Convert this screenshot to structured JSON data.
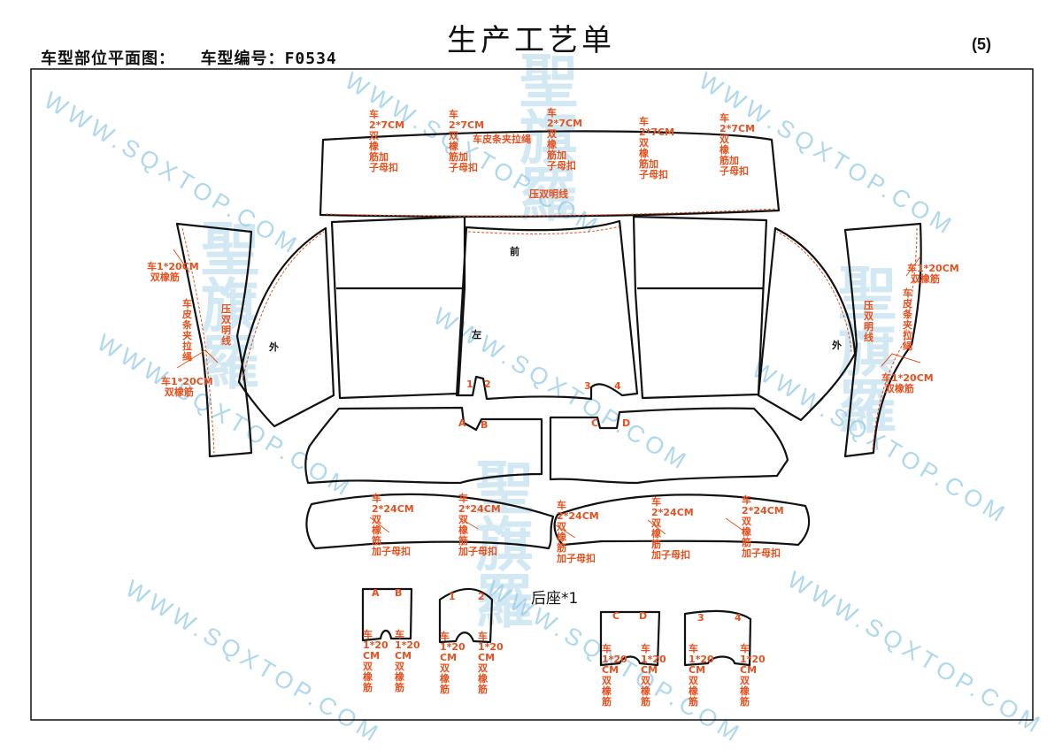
{
  "header": {
    "title": "生产工艺单",
    "left_label": "车型部位平面图：",
    "model_label": "车型编号：",
    "model_code": "F0534",
    "page_number": "(5)"
  },
  "watermark": {
    "text": "WWW.SQXTOP.COM",
    "seal": "聖旗羅"
  },
  "annotations": {
    "top_1": "车\n2*7CM\n双\n橡\n筋加\n子母扣",
    "top_2": "车\n2*7CM\n双\n橡\n筋加\n子母扣",
    "top_mid": "车皮条夹拉绳",
    "top_3": "车\n2*7CM\n双\n橡\n筋加\n子母扣",
    "top_4": "车\n2*7CM\n双\n橡\n筋加\n子母扣",
    "top_5": "车\n2*7CM\n双\n橡\n筋加\n子母扣",
    "top_seam": "压双明线",
    "left_1": "车1*20CM\n 双橡筋",
    "left_2": "车\n皮\n条\n夹\n拉\n绳",
    "left_seam": "压\n双\n明\n线",
    "left_3": "车1*20CM\n 双橡筋",
    "right_1": "车1*20CM\n 双橡筋",
    "right_2": "车\n皮\n条\n夹\n拉\n绳",
    "right_seam": "压\n双\n明\n线",
    "right_3": "车1*20CM\n 双橡筋",
    "bottom_1": "车\n2*24CM\n双\n橡\n筋\n加子母扣",
    "bottom_2": "车\n2*24CM\n双\n橡\n筋\n加子母扣",
    "bottom_3": "车\n2*24CM\n双\n橡\n筋\n加子母扣",
    "bottom_4": "车\n2*24CM\n双\n橡\n筋\n加子母扣",
    "bottom_5": "车\n2*24CM\n双\n橡\n筋\n加子母扣",
    "small_l": "车\n1*20\nCM\n双\n橡\n筋",
    "small_r": "车\n1*20\nCM\n双\n橡\n筋"
  },
  "labels": {
    "front": "前",
    "left": "左",
    "outer_left": "外",
    "outer_right": "外",
    "rear_seat": "后座*1",
    "n1": "1",
    "n2": "2",
    "n3": "3",
    "n4": "4",
    "a": "A",
    "b": "B",
    "c": "C",
    "d": "D"
  },
  "colors": {
    "outline": "#111111",
    "annotation": "#e8501e",
    "watermark": "#8fc8e6"
  }
}
